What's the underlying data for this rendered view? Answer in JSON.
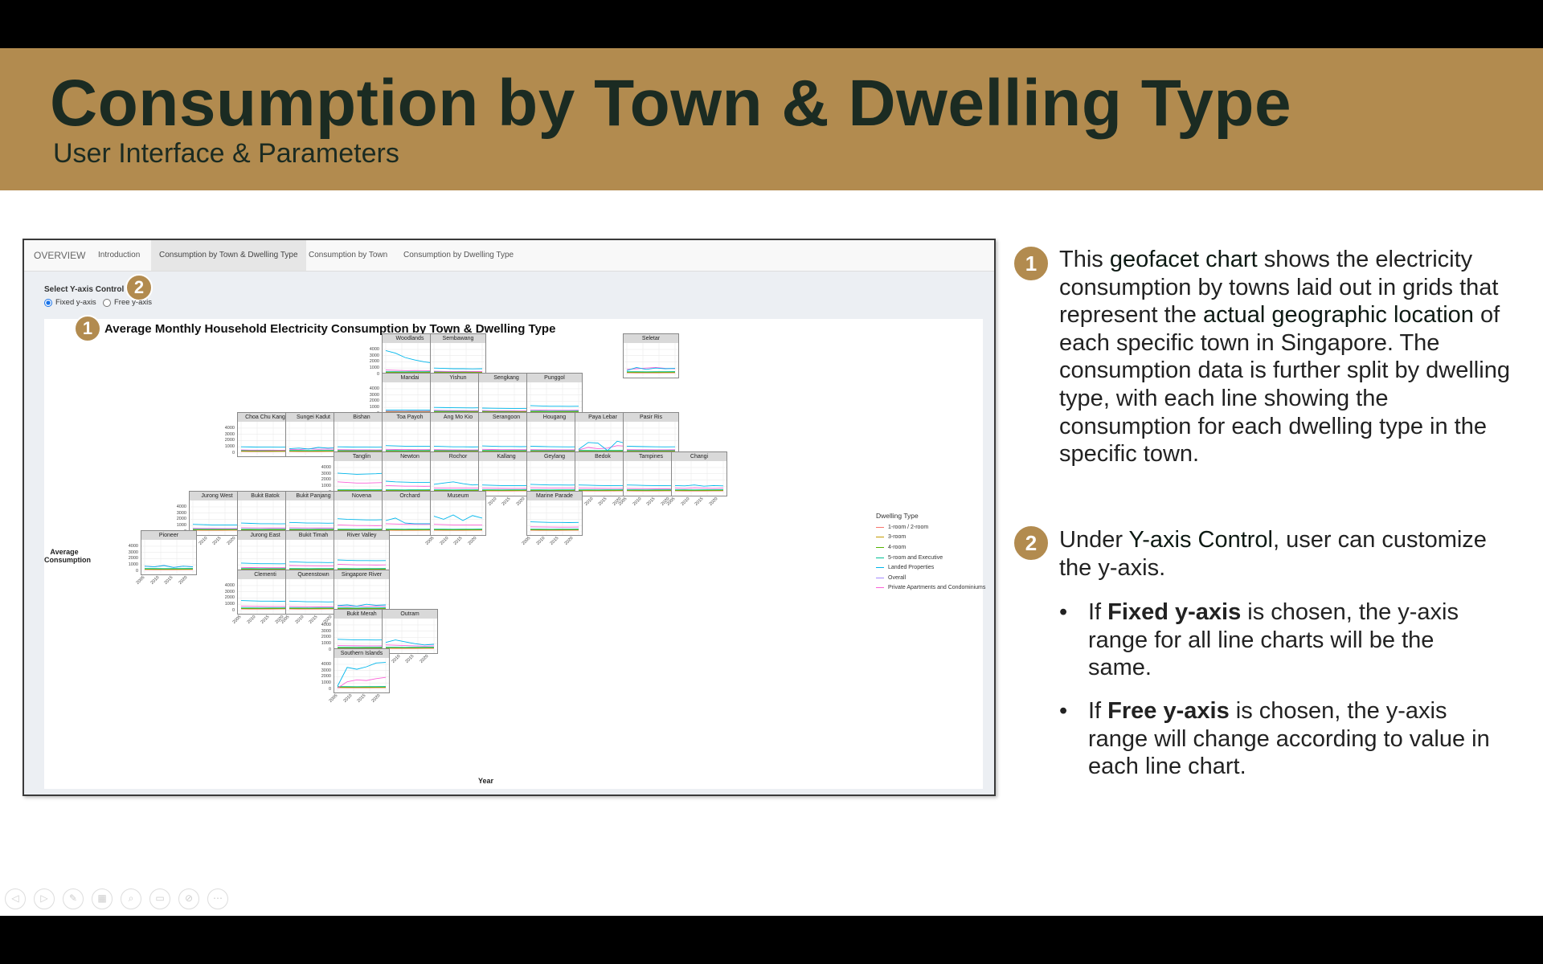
{
  "slide": {
    "title": "Consumption by Town & Dwelling Type",
    "subtitle": "User Interface & Parameters"
  },
  "app": {
    "brand": "OVERVIEW",
    "tabs": [
      "Introduction",
      "Consumption by Town & Dwelling Type",
      "Consumption by Town",
      "Consumption by Dwelling Type"
    ],
    "active_tab": "Consumption by Town & Dwelling Type",
    "control": {
      "label": "Select Y-axis Control",
      "options": [
        "Fixed y-axis",
        "Free y-axis"
      ],
      "selected": "Fixed y-axis"
    }
  },
  "badges": {
    "one": "1",
    "two": "2"
  },
  "chart_data": {
    "type": "line",
    "title": "Average Monthly Household Electricity Consumption by Town & Dwelling Type",
    "xlabel": "Year",
    "ylabel": "Average Consumption",
    "y_ticks": [
      "4000",
      "3000",
      "2000",
      "1000",
      "0"
    ],
    "x_ticks": [
      "2005",
      "2010",
      "2015",
      "2020"
    ],
    "ylim": [
      0,
      4500
    ],
    "xlim": [
      2005,
      2022
    ],
    "legend_title": "Dwelling Type",
    "legend_placement": "right",
    "series": [
      {
        "name": "1-room / 2-room",
        "color": "#f8766d"
      },
      {
        "name": "3-room",
        "color": "#c49a00"
      },
      {
        "name": "4-room",
        "color": "#53b400"
      },
      {
        "name": "5-room and Executive",
        "color": "#00c094"
      },
      {
        "name": "Landed Properties",
        "color": "#00b6eb"
      },
      {
        "name": "Overall",
        "color": "#a58aff"
      },
      {
        "name": "Private Apartments and Condominiums",
        "color": "#fb61d7"
      }
    ],
    "towns": [
      {
        "name": "Woodlands",
        "row": 0,
        "col": 5,
        "landed": [
          3800,
          3400,
          2700,
          2300,
          2000,
          1800
        ],
        "private": [
          700,
          650,
          600,
          620,
          600,
          580
        ]
      },
      {
        "name": "Sembawang",
        "row": 0,
        "col": 6,
        "landed": [
          1000,
          950,
          900,
          900,
          880,
          900
        ],
        "private": [
          500,
          480,
          460,
          470,
          460,
          450
        ]
      },
      {
        "name": "Seletar",
        "row": 0,
        "col": 10,
        "landed": [
          600,
          1100,
          800,
          1000,
          900,
          950
        ],
        "private": [
          800,
          900,
          1000,
          1100,
          950,
          900
        ]
      },
      {
        "name": "Mandai",
        "row": 1,
        "col": 5,
        "landed": [
          600,
          600,
          600,
          600,
          600,
          600
        ],
        "private": [
          400,
          400,
          400,
          400,
          400,
          400
        ]
      },
      {
        "name": "Yishun",
        "row": 1,
        "col": 6,
        "landed": [
          1000,
          980,
          950,
          940,
          930,
          950
        ],
        "private": [
          550,
          520,
          500,
          500,
          490,
          500
        ]
      },
      {
        "name": "Sengkang",
        "row": 1,
        "col": 7,
        "landed": [
          900,
          880,
          860,
          850,
          850,
          860
        ],
        "private": [
          500,
          480,
          470,
          470,
          460,
          470
        ]
      },
      {
        "name": "Punggol",
        "row": 1,
        "col": 8,
        "landed": [
          1300,
          1250,
          1200,
          1200,
          1180,
          1200
        ],
        "private": [
          600,
          580,
          570,
          560,
          560,
          570
        ]
      },
      {
        "name": "Choa Chu Kang",
        "row": 2,
        "col": 2,
        "landed": [
          1000,
          980,
          960,
          950,
          940,
          950
        ],
        "private": [
          500,
          480,
          470,
          470,
          460,
          470
        ]
      },
      {
        "name": "Sungei Kadut",
        "row": 2,
        "col": 3,
        "landed": [
          700,
          800,
          650,
          900,
          800,
          850
        ],
        "private": [
          600,
          550,
          700,
          600,
          650,
          600
        ]
      },
      {
        "name": "Bishan",
        "row": 2,
        "col": 4,
        "landed": [
          1000,
          980,
          960,
          950,
          940,
          950
        ],
        "private": [
          550,
          530,
          520,
          520,
          510,
          520
        ]
      },
      {
        "name": "Toa Payoh",
        "row": 2,
        "col": 5,
        "landed": [
          1200,
          1150,
          1100,
          1100,
          1080,
          1100
        ],
        "private": [
          600,
          580,
          570,
          560,
          560,
          570
        ]
      },
      {
        "name": "Ang Mo Kio",
        "row": 2,
        "col": 6,
        "landed": [
          1100,
          1050,
          1000,
          1000,
          980,
          1000
        ],
        "private": [
          550,
          530,
          520,
          510,
          510,
          520
        ]
      },
      {
        "name": "Serangoon",
        "row": 2,
        "col": 7,
        "landed": [
          1150,
          1100,
          1050,
          1050,
          1030,
          1050
        ],
        "private": [
          600,
          580,
          560,
          560,
          550,
          560
        ]
      },
      {
        "name": "Hougang",
        "row": 2,
        "col": 8,
        "landed": [
          1100,
          1060,
          1020,
          1000,
          990,
          1000
        ],
        "private": [
          550,
          540,
          530,
          520,
          520,
          530
        ]
      },
      {
        "name": "Paya Lebar",
        "row": 2,
        "col": 9,
        "landed": [
          600,
          1700,
          1600,
          400,
          1900,
          1500
        ],
        "private": [
          500,
          900,
          700,
          800,
          1200,
          1100
        ]
      },
      {
        "name": "Pasir Ris",
        "row": 2,
        "col": 10,
        "landed": [
          1100,
          1060,
          1030,
          1000,
          990,
          1000
        ],
        "private": [
          550,
          540,
          530,
          520,
          520,
          530
        ]
      },
      {
        "name": "Tanglin",
        "row": 3,
        "col": 4,
        "landed": [
          3100,
          3000,
          2900,
          2950,
          3000,
          3100
        ],
        "private": [
          1700,
          1600,
          1500,
          1500,
          1550,
          1600
        ]
      },
      {
        "name": "Newton",
        "row": 3,
        "col": 5,
        "landed": [
          1800,
          1700,
          1650,
          1600,
          1600,
          1650
        ],
        "private": [
          1100,
          1050,
          1000,
          1000,
          980,
          1000
        ]
      },
      {
        "name": "Rochor",
        "row": 3,
        "col": 6,
        "landed": [
          1300,
          1500,
          1700,
          1400,
          1200,
          1300
        ],
        "private": [
          700,
          700,
          700,
          700,
          700,
          700
        ]
      },
      {
        "name": "Kallang",
        "row": 3,
        "col": 7,
        "landed": [
          1200,
          1150,
          1100,
          1100,
          1080,
          1100
        ],
        "private": [
          700,
          680,
          660,
          650,
          650,
          660
        ]
      },
      {
        "name": "Geylang",
        "row": 3,
        "col": 8,
        "landed": [
          1300,
          1250,
          1200,
          1200,
          1180,
          1200
        ],
        "private": [
          750,
          730,
          710,
          700,
          700,
          710
        ]
      },
      {
        "name": "Bedok",
        "row": 3,
        "col": 9,
        "landed": [
          1200,
          1160,
          1120,
          1100,
          1100,
          1120
        ],
        "private": [
          700,
          680,
          660,
          650,
          650,
          660
        ]
      },
      {
        "name": "Tampines",
        "row": 3,
        "col": 10,
        "landed": [
          1200,
          1160,
          1120,
          1100,
          1100,
          1120
        ],
        "private": [
          650,
          630,
          620,
          610,
          610,
          620
        ]
      },
      {
        "name": "Changi",
        "row": 3,
        "col": 11,
        "landed": [
          1100,
          1050,
          1200,
          1000,
          1100,
          1050
        ],
        "private": [
          700,
          650,
          750,
          700,
          650,
          700
        ]
      },
      {
        "name": "Jurong West",
        "row": 4,
        "col": 1,
        "landed": [
          1200,
          1150,
          1100,
          1100,
          1080,
          1100
        ],
        "private": [
          550,
          540,
          530,
          520,
          520,
          530
        ]
      },
      {
        "name": "Bukit Batok",
        "row": 4,
        "col": 2,
        "landed": [
          1400,
          1350,
          1300,
          1300,
          1280,
          1300
        ],
        "private": [
          650,
          630,
          620,
          610,
          610,
          620
        ]
      },
      {
        "name": "Bukit Panjang",
        "row": 4,
        "col": 3,
        "landed": [
          1500,
          1450,
          1400,
          1400,
          1380,
          1400
        ],
        "private": [
          650,
          630,
          620,
          610,
          610,
          620
        ]
      },
      {
        "name": "Novena",
        "row": 4,
        "col": 4,
        "landed": [
          2100,
          2000,
          1950,
          1900,
          1900,
          1950
        ],
        "private": [
          1100,
          1050,
          1000,
          1000,
          980,
          1000
        ]
      },
      {
        "name": "Orchard",
        "row": 4,
        "col": 5,
        "landed": [
          1800,
          2200,
          1400,
          1300,
          1300,
          1300
        ],
        "private": [
          1300,
          1250,
          1200,
          1200,
          1180,
          1200
        ]
      },
      {
        "name": "Museum",
        "row": 4,
        "col": 6,
        "landed": [
          2500,
          2000,
          2700,
          1800,
          2600,
          2200
        ],
        "private": [
          1200,
          1150,
          1100,
          1100,
          1080,
          1100
        ]
      },
      {
        "name": "Marine Parade",
        "row": 4,
        "col": 8,
        "landed": [
          1600,
          1550,
          1500,
          1500,
          1480,
          1500
        ],
        "private": [
          800,
          780,
          760,
          750,
          750,
          760
        ]
      },
      {
        "name": "Pioneer",
        "row": 5,
        "col": 0,
        "landed": [
          800,
          700,
          900,
          600,
          800,
          700
        ],
        "private": [
          800,
          700,
          900,
          600,
          800,
          700
        ]
      },
      {
        "name": "Jurong East",
        "row": 5,
        "col": 2,
        "landed": [
          1300,
          1250,
          1200,
          1200,
          1180,
          1200
        ],
        "private": [
          600,
          580,
          570,
          560,
          560,
          570
        ]
      },
      {
        "name": "Bukit Timah",
        "row": 5,
        "col": 3,
        "landed": [
          1500,
          1450,
          1400,
          1400,
          1380,
          1400
        ],
        "private": [
          900,
          880,
          860,
          850,
          850,
          860
        ]
      },
      {
        "name": "River Valley",
        "row": 5,
        "col": 4,
        "landed": [
          1800,
          1750,
          1700,
          1700,
          1680,
          1700
        ],
        "private": [
          1100,
          1050,
          1000,
          1000,
          980,
          1000
        ]
      },
      {
        "name": "Clementi",
        "row": 6,
        "col": 2,
        "landed": [
          1600,
          1550,
          1500,
          1500,
          1480,
          1500
        ],
        "private": [
          700,
          680,
          660,
          650,
          650,
          660
        ]
      },
      {
        "name": "Queenstown",
        "row": 6,
        "col": 3,
        "landed": [
          1500,
          1450,
          1400,
          1400,
          1380,
          1400
        ],
        "private": [
          650,
          630,
          620,
          610,
          610,
          620
        ]
      },
      {
        "name": "Singapore River",
        "row": 6,
        "col": 4,
        "landed": [
          800,
          900,
          700,
          1000,
          850,
          900
        ],
        "private": [
          700,
          650,
          700,
          650,
          700,
          650
        ]
      },
      {
        "name": "Bukit Merah",
        "row": 7,
        "col": 4,
        "landed": [
          1700,
          1650,
          1600,
          1600,
          1580,
          1600
        ],
        "private": [
          700,
          680,
          660,
          650,
          650,
          660
        ]
      },
      {
        "name": "Outram",
        "row": 7,
        "col": 5,
        "landed": [
          1200,
          1600,
          1300,
          1000,
          800,
          900
        ],
        "private": [
          800,
          750,
          700,
          650,
          600,
          650
        ]
      },
      {
        "name": "Southern Islands",
        "row": 8,
        "col": 4,
        "landed": [
          500,
          3500,
          3200,
          3600,
          4200,
          4300
        ],
        "private": [
          200,
          1200,
          1500,
          1400,
          1700,
          1900
        ]
      }
    ]
  },
  "notes": {
    "p1": [
      {
        "t": "This ",
        "b": false
      },
      {
        "t": "geofacet chart",
        "b": true
      },
      {
        "t": " shows the electricity consumption by towns laid out in grids that represent the ",
        "b": false
      },
      {
        "t": "actual geographic location",
        "b": true
      },
      {
        "t": " of each specific town in Singapore. The consumption data is further split by dwelling type, with each line showing the consumption for each dwelling type in the specific town.",
        "b": false
      }
    ],
    "p2": [
      {
        "t": "Under ",
        "b": false
      },
      {
        "t": "Y-axis Control",
        "b": true
      },
      {
        "t": ", user can customize the y-axis.",
        "b": false
      }
    ],
    "bullet_char": "•",
    "b1": [
      {
        "t": "If ",
        "b": false
      },
      {
        "t": "Fixed y-axis",
        "b": true
      },
      {
        "t": " is chosen, the y-axis range for all line charts will be the same.",
        "b": false
      }
    ],
    "b2": [
      {
        "t": "If ",
        "b": false
      },
      {
        "t": "Free y-axis",
        "b": true
      },
      {
        "t": " is chosen, the y-axis range will change according to value in each line chart.",
        "b": false
      }
    ]
  },
  "toolbar": {
    "icons": [
      "previous-icon",
      "next-icon",
      "pen-icon",
      "slides-grid-icon",
      "zoom-icon",
      "subtitles-icon",
      "camera-off-icon",
      "more-icon"
    ],
    "glyphs": [
      "◁",
      "▷",
      "✎",
      "▦",
      "⌕",
      "▭",
      "⊘",
      "⋯"
    ]
  }
}
